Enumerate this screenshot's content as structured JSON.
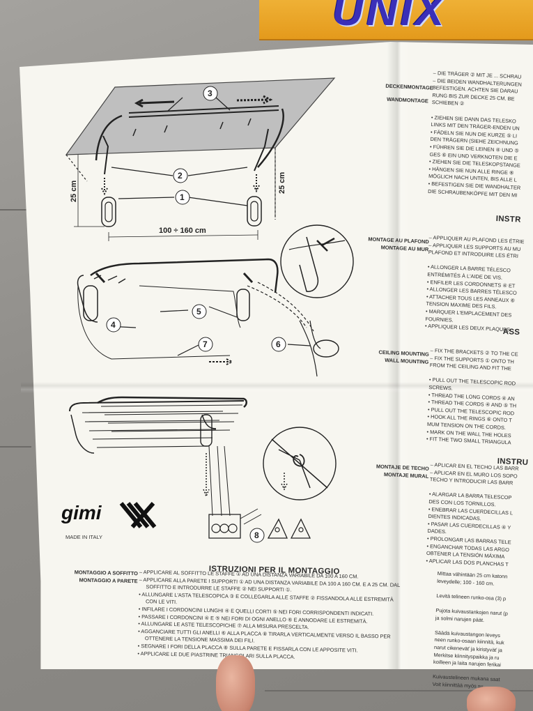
{
  "box": {
    "brand": "UNIX"
  },
  "brand": {
    "logo": "gimi",
    "made_in": "MADE IN ITALY"
  },
  "diagram": {
    "callouts": [
      "1",
      "2",
      "3",
      "4",
      "5",
      "6",
      "7",
      "8"
    ],
    "dimension_height_left": "25 cm",
    "dimension_height_right": "25 cm",
    "dimension_width": "100 ÷ 160 cm"
  },
  "italian": {
    "title": "ISTRUZIONI PER IL MONTAGGIO",
    "label_ceiling": "MONTAGGIO A SOFFITTO",
    "label_wall": "MONTAGGIO A PARETE",
    "lines": [
      "– APPLICARE AL SOFFITTO LE STAFFE ① AD UNA DISTANZA VARIABILE DA 100 A 160 CM.",
      "– APPLICARE ALLA PARETE I SUPPORTI ① AD UNA DISTANZA VARIABILE DA 100 A 160 CM. E A 25 CM. DAL",
      "SOFFITTO E INTRODURRE LE STAFFE ② NEI SUPPORTI ①.",
      "",
      "• ALLUNGARE L'ASTA TELESCOPICA ③ E COLLEGARLA ALLE STAFFE ② FISSANDOLA ALLE ESTREMITÀ",
      "CON LE VITI.",
      "• INFILARE I CORDONCINI LUNGHI ④ E QUELLI CORTI ⑤ NEI FORI CORRISPONDENTI INDICATI.",
      "• PASSARE I CORDONCINI ④ E ⑤ NEI FORI DI OGNI ANELLO ⑥ E ANNODARE LE ESTREMITÀ.",
      "• ALLUNGARE LE ASTE TELESCOPICHE ⑦ ALLA MISURA PRESCELTA.",
      "• AGGANCIARE TUTTI GLI ANELLI ⑥ ALLA PLACCA ⑧ TIRARLA VERTICALMENTE VERSO IL BASSO PER",
      "OTTENERE LA TENSIONE MASSIMA DEI FILI.",
      "• SEGNARE I FORI DELLA PLACCA ⑧ SULLA PARETE E FISSARLA CON LE APPOSITE VITI.",
      "• APPLICARE LE DUE PIASTRINE TRIANGOLARI SULLA PLACCA."
    ]
  },
  "german": {
    "label_ceiling": "DECKENMONTAGE",
    "label_wall": "WANDMONTAGE",
    "lines": [
      "– DIE TRÄGER ② MIT JE ... SCHRAU",
      "– DIE BEIDEN WANDHALTERUNGEN",
      "BEFESTIGEN. ACHTEN SIE DARAU",
      "RUNG BIS ZUR DECKE 25 CM. BE",
      "SCHIEBEN ②",
      "",
      "• ZIEHEN SIE DANN DAS TELESKO",
      "LINKS MIT DEN TRÄGER-ENDEN UN",
      "• FÄDELN SIE NUN DIE KURZE ⑤ LI",
      "DEN TRÄGERN (SIEHE ZEICHNUNG",
      "• FÜHREN SIE DIE LEINEN ④ UND ⑤",
      "GES ⑥ EIN UND VERKNOTEN DIE E",
      "• ZIEHEN SIE DIE TELESKOPSTANGE",
      "• HÄNGEN SIE NUN ALLE RINGE ⑥",
      "MÖGLICH NACH UNTEN, BIS ALLE L",
      "• BEFESTIGEN SIE DIE WANDHALTER",
      "DIE SCHRAUBENKÖPFE MIT DEN MI"
    ]
  },
  "french": {
    "title": "INSTR",
    "label_ceiling": "MONTAGE AU PLAFOND",
    "label_wall": "MONTAGE AU MUR",
    "lines": [
      "– APPLIQUER AU PLAFOND LES ÉTRIE",
      "– APPLIQUER LES SUPPORTS AU MU",
      "PLAFOND ET INTRODUIRE LES ÉTRI",
      "",
      "• ALLONGER LA BARRE TÉLESCO",
      "ENTRÉMITÉS À L'AIDE DE VIS.",
      "• ENFILER LES CORDONNETS ④ ET",
      "• ALLONGER LES BARRES TÉLESCO",
      "• ATTACHER TOUS LES ANNEAUX ⑥",
      "TENSION MAXIME DES FILS.",
      "• MARQUER L'EMPLACEMENT DES",
      "FOURNIES.",
      "• APPLIQUER LES DEUX PLAQUES"
    ]
  },
  "english": {
    "title": "ASS",
    "label_ceiling": "CEILING MOUNTING",
    "label_wall": "WALL MOUNTING",
    "lines": [
      "– FIX THE BRACKETS ② TO THE CE",
      "– FIX THE SUPPORTS ① ONTO TH",
      "FROM THE CEILING AND FIT THE",
      "",
      "• PULL OUT THE TELESCOPIC ROD",
      "SCREWS.",
      "• THREAD THE LONG CORDS ④ AN",
      "• THREAD THE CORDS ④ AND ⑤ TH",
      "• PULL OUT THE TELESCOPIC ROD",
      "• HOOK ALL THE RINGS ⑥ ONTO T",
      "MUM TENSION ON THE CORDS.",
      "• MARK ON THE WALL THE HOLES",
      "• FIT THE TWO SMALL TRIANGULA"
    ]
  },
  "spanish": {
    "title": "INSTRU",
    "label_ceiling": "MONTAJE DE TECHO",
    "label_wall": "MONTAJE MURAL",
    "lines": [
      "– APLICAR EN EL TECHO LAS BARR",
      "– APLICAR EN EL MURO LOS SOPO",
      "TECHO Y INTRODUCIR LAS BARR",
      "",
      "• ALARGAR LA BARRA TELESCOP",
      "DES CON LOS TORNILLOS.",
      "• ENEBRAR LAS CUERDECILLAS L",
      "DIENTES INDICADAS.",
      "• PASAR LAS CUERDECILLAS ④ Y",
      "DADES.",
      "• PROLONGAR LAS BARRAS TELE",
      "• ENGANCHAR TODAS LAS ARGO",
      "OBTENER LA TENSIÓN MÁXIMA",
      "• APLICAR LAS DOS PLANCHAS T"
    ]
  },
  "finnish": {
    "lines": [
      "Mittaa vähintään 25 cm katonn",
      "leveydelle; 100 - 160 cm.",
      "",
      "Levitä telineen runko-osa (3) p",
      "",
      "Pujota kuivaustankojen narut (p",
      "ja solmi narujen päät.",
      "",
      "Säädä kuivaustangon leveys",
      "neen runko-osaan kiinnitä, kuk",
      "narut cikeneväť ja kiristyväť ja",
      "Merkitse kiinnityspaikka ja ru",
      "koilleen ja laita narujen ferikai",
      "",
      "Kuivaustelineen mukana saat",
      "Voit kiinnittää              myös su"
    ]
  }
}
